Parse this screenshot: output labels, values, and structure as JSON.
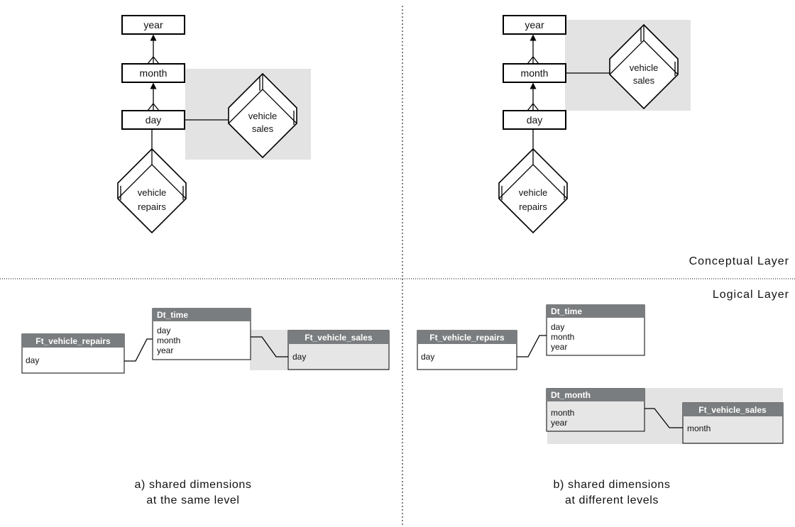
{
  "layers": {
    "conceptual": "Conceptual Layer",
    "logical": "Logical Layer"
  },
  "panel_a": {
    "levels": {
      "year": "year",
      "month": "month",
      "day": "day"
    },
    "fact_sales": [
      "vehicle",
      "sales"
    ],
    "fact_repairs": [
      "vehicle",
      "repairs"
    ],
    "dt_time": {
      "title": "Dt_time",
      "fields": [
        "day",
        "month",
        "year"
      ]
    },
    "ft_repairs": {
      "title": "Ft_vehicle_repairs",
      "fields": [
        "day"
      ]
    },
    "ft_sales": {
      "title": "Ft_vehicle_sales",
      "fields": [
        "day"
      ]
    },
    "caption": [
      "a) shared dimensions",
      "at the same level"
    ]
  },
  "panel_b": {
    "levels": {
      "year": "year",
      "month": "month",
      "day": "day"
    },
    "fact_sales": [
      "vehicle",
      "sales"
    ],
    "fact_repairs": [
      "vehicle",
      "repairs"
    ],
    "dt_time": {
      "title": "Dt_time",
      "fields": [
        "day",
        "month",
        "year"
      ]
    },
    "ft_repairs": {
      "title": "Ft_vehicle_repairs",
      "fields": [
        "day"
      ]
    },
    "dt_month": {
      "title": "Dt_month",
      "fields": [
        "month",
        "year"
      ]
    },
    "ft_sales": {
      "title": "Ft_vehicle_sales",
      "fields": [
        "month"
      ]
    },
    "caption": [
      "b) shared dimensions",
      "at different levels"
    ]
  }
}
